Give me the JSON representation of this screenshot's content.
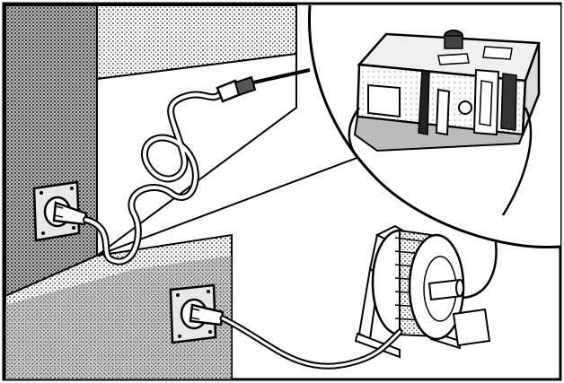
{
  "illustration": {
    "style": "black-and-white line drawing with stippled shading",
    "subjects": [
      "wall-socket-upper",
      "plug-cable-coiled",
      "cable-drum",
      "wall-socket-lower",
      "inset-appliance-circle"
    ]
  }
}
